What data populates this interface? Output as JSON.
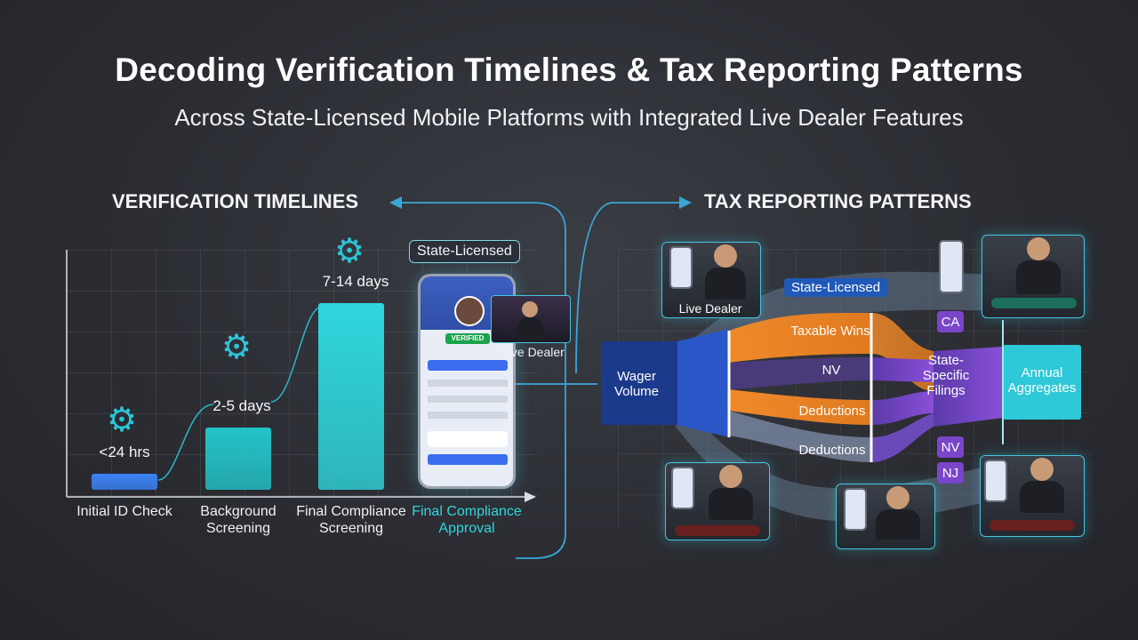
{
  "title": "Decoding Verification Timelines & Tax Reporting Patterns",
  "subtitle": "Across State-Licensed Mobile Platforms with Integrated Live Dealer Features",
  "left_section": {
    "heading": "VERIFICATION TIMELINES",
    "phone_tag": "State-Licensed",
    "phone_inset": "Live Dealer",
    "phone_badge": "VERIFIED"
  },
  "right_section": {
    "heading": "TAX REPORTING PATTERNS",
    "source": "Wager Volume",
    "flows": [
      "Taxable Wins",
      "NV",
      "Deductions",
      "Deductions"
    ],
    "state_tag": "State-Licensed",
    "live_dealer": "Live Dealer",
    "filings": "State-Specific Filings",
    "aggregates": "Annual Aggregates",
    "states": [
      "CA",
      "NV",
      "NJ"
    ]
  },
  "chart_data": {
    "type": "bar",
    "categories": [
      "Initial ID Check",
      "Background Screening",
      "Final Compliance Screening",
      "Final Compliance Approval"
    ],
    "value_labels": [
      "<24 hrs",
      "2-5 days",
      "7-14 days",
      ""
    ],
    "values": [
      0.5,
      3.5,
      10.5,
      null
    ],
    "colors": [
      "#3b82f6",
      "#22c4c9",
      "#2fd6dd"
    ]
  },
  "colors": {
    "accent_cyan": "#2fd6dd",
    "accent_blue": "#3b82f6",
    "orange": "#f0892a",
    "purple": "#7a45c8",
    "navy": "#1b3a8c"
  }
}
